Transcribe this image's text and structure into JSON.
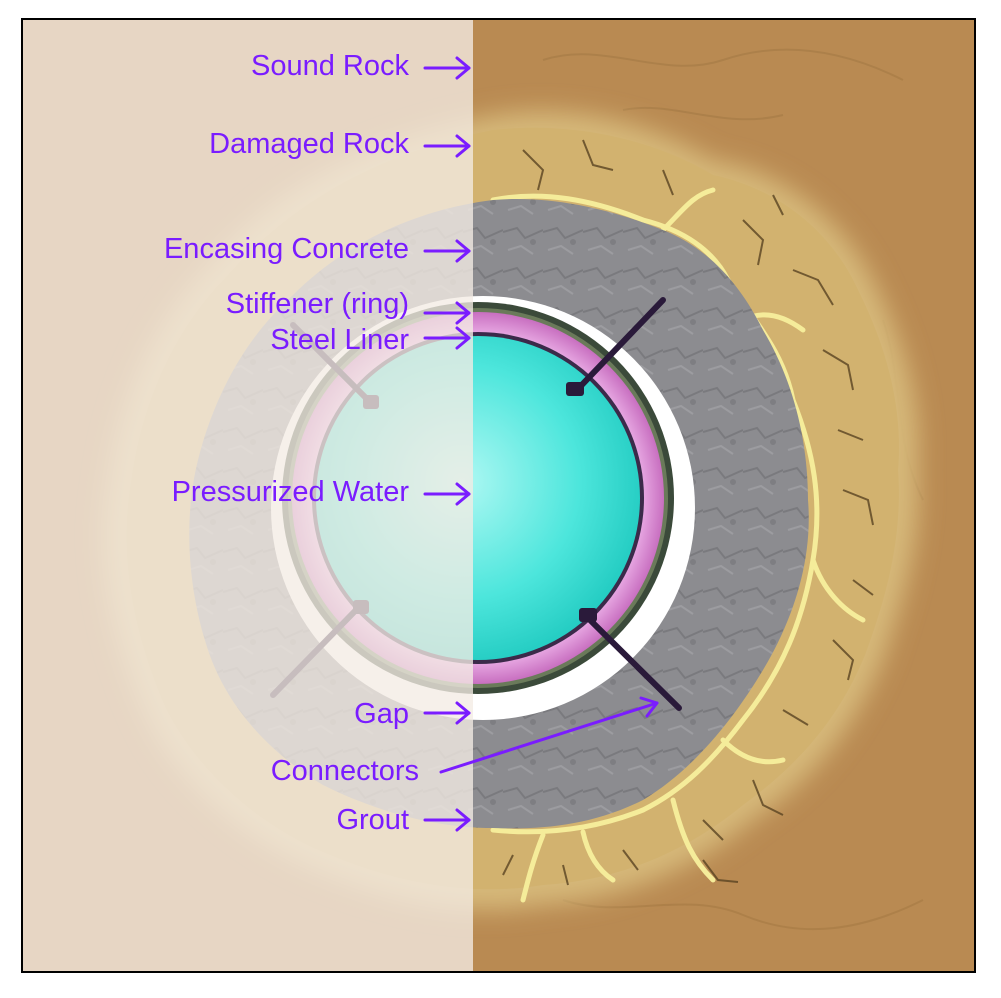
{
  "diagram": {
    "labels": {
      "sound_rock": "Sound Rock",
      "damaged_rock": "Damaged Rock",
      "encasing_concrete": "Encasing Concrete",
      "stiffener": "Stiffener (ring)",
      "steel_liner": "Steel Liner",
      "pressurized_water": "Pressurized Water",
      "gap": "Gap",
      "connectors": "Connectors",
      "grout": "Grout"
    },
    "colors": {
      "label_text": "#7a1cff",
      "arrow": "#7a1cff",
      "sound_rock": "#b98a52",
      "damaged_rock": "#d4b574",
      "grout": "#f5ec9a",
      "encasing_concrete": "#8a8a8e",
      "gap": "#ffffff",
      "stiffener": "#3b4a3a",
      "steel_liner": "#d88bd0",
      "pressurized_water": "#2fe0d6",
      "connector": "#2a1a3a",
      "overlay": "#f4ece4"
    }
  }
}
